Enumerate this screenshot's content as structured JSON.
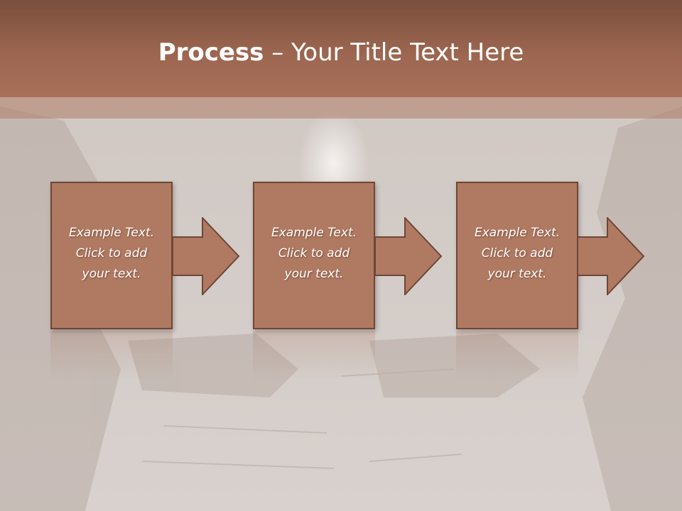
{
  "slide": {
    "title_bold": "Process",
    "title_rest": " – Your Title Text Here"
  },
  "steps": [
    {
      "text": "Example Text.\nClick  to add\nyour text."
    },
    {
      "text": "Example Text.\nClick  to add\nyour text."
    },
    {
      "text": "Example Text.\nClick  to add\nyour text."
    }
  ],
  "colors": {
    "title_bar": "#9c6650",
    "box_fill": "#b07a62",
    "box_border": "#6e4637",
    "background": "#d9d2cd"
  }
}
